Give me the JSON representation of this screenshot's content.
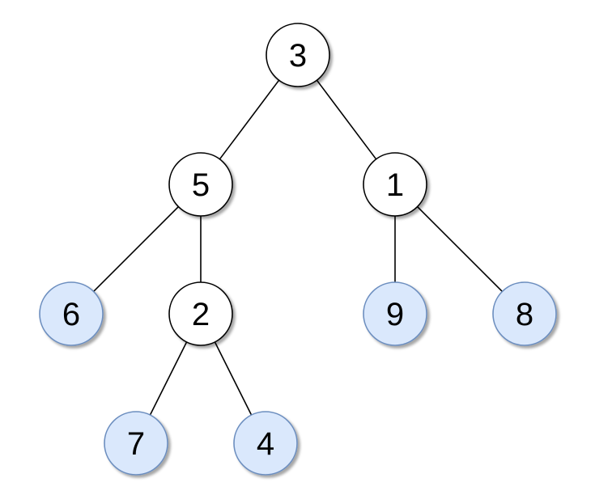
{
  "colors": {
    "leaf_fill": "#dae8fc",
    "leaf_stroke": "#6c8ebf",
    "internal_fill": "#ffffff",
    "internal_stroke": "#000000",
    "edge": "#000000"
  },
  "tree": {
    "nodes": [
      {
        "id": "n3",
        "label": "3",
        "leaf": false
      },
      {
        "id": "n5",
        "label": "5",
        "leaf": false
      },
      {
        "id": "n1",
        "label": "1",
        "leaf": false
      },
      {
        "id": "n6",
        "label": "6",
        "leaf": true
      },
      {
        "id": "n2",
        "label": "2",
        "leaf": false
      },
      {
        "id": "n9",
        "label": "9",
        "leaf": true
      },
      {
        "id": "n8",
        "label": "8",
        "leaf": true
      },
      {
        "id": "n7",
        "label": "7",
        "leaf": true
      },
      {
        "id": "n4",
        "label": "4",
        "leaf": true
      }
    ],
    "edges": [
      {
        "from": "n3",
        "to": "n5"
      },
      {
        "from": "n3",
        "to": "n1"
      },
      {
        "from": "n5",
        "to": "n6"
      },
      {
        "from": "n5",
        "to": "n2"
      },
      {
        "from": "n1",
        "to": "n9"
      },
      {
        "from": "n1",
        "to": "n8"
      },
      {
        "from": "n2",
        "to": "n7"
      },
      {
        "from": "n2",
        "to": "n4"
      }
    ]
  }
}
